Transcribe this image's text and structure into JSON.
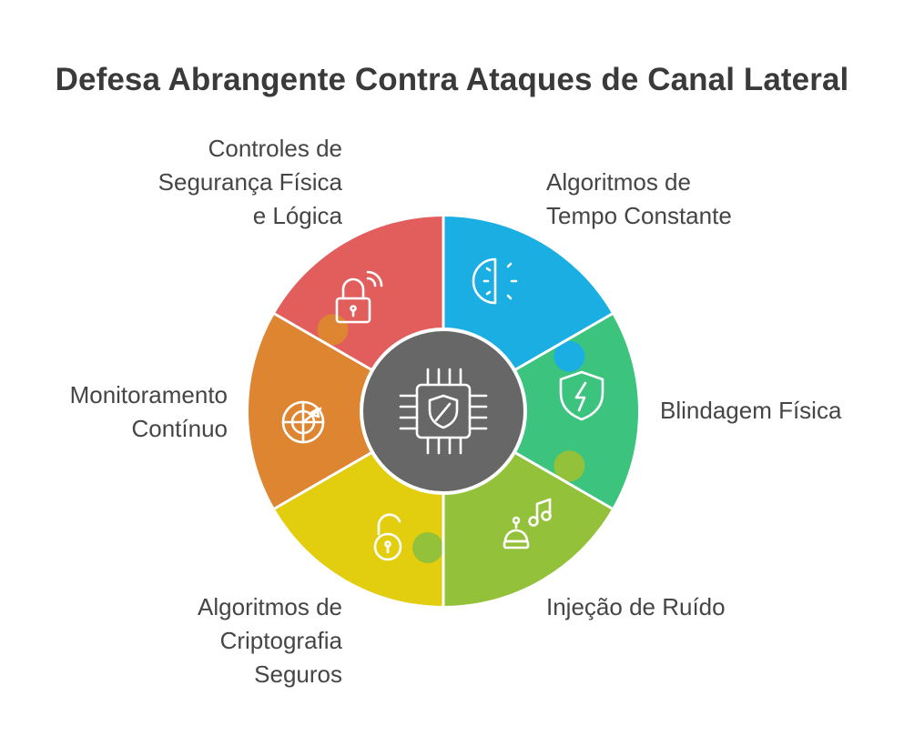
{
  "title": "Defesa Abrangente Contra Ataques de Canal Lateral",
  "segments": [
    {
      "id": "top-right",
      "label_lines": [
        "Algoritmos de",
        "Tempo Constante"
      ],
      "color": "#1aaee3",
      "icon": "half-circle-timer-icon"
    },
    {
      "id": "right",
      "label_lines": [
        "Blindagem Física"
      ],
      "color": "#3cc47f",
      "icon": "shield-lightning-icon"
    },
    {
      "id": "bottom-right",
      "label_lines": [
        "Injeção de Ruído"
      ],
      "color": "#93c13a",
      "icon": "robot-music-note-icon"
    },
    {
      "id": "bottom-left",
      "label_lines": [
        "Algoritmos de",
        "Criptografia",
        "Seguros"
      ],
      "color": "#e3cd0f",
      "icon": "open-padlock-icon"
    },
    {
      "id": "left",
      "label_lines": [
        "Monitoramento",
        "Contínuo"
      ],
      "color": "#dd8530",
      "icon": "radar-icon"
    },
    {
      "id": "top-left",
      "label_lines": [
        "Controles de",
        "Segurança Física",
        "e Lógica"
      ],
      "color": "#e25e5d",
      "icon": "padlock-wireless-icon"
    }
  ],
  "center": {
    "color": "#676767",
    "icon": "chip-shield-icon"
  }
}
